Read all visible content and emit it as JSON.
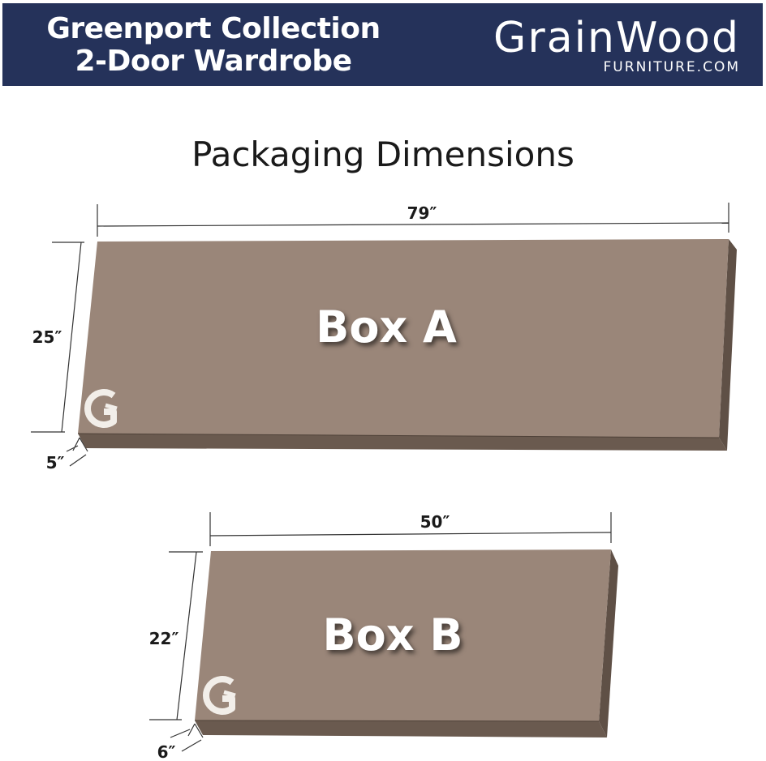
{
  "banner": {
    "title_line1": "Greenport Collection",
    "title_line2": "2-Door Wardrobe",
    "background_color": "#25325a"
  },
  "logo": {
    "wordmark": "GrainWood",
    "subtitle": "FURNITURE.COM"
  },
  "page_title": "Packaging Dimensions",
  "boxes": [
    {
      "label": "Box A",
      "width": "79″",
      "height": "25″",
      "depth": "5″",
      "face_color": "#9a8679",
      "edge_color": "#5f5046",
      "logo_icon": "grainwood-g-icon"
    },
    {
      "label": "Box B",
      "width": "50″",
      "height": "22″",
      "depth": "6″",
      "face_color": "#9a8679",
      "edge_color": "#5f5046",
      "logo_icon": "grainwood-g-icon"
    }
  ]
}
